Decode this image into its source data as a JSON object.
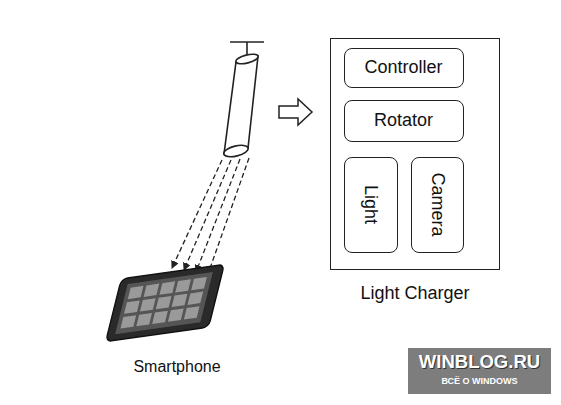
{
  "diagram": {
    "nodes": [
      {
        "text": [
          "Light Charger"
        ]
      },
      {
        "text": [
          "Controller"
        ],
        "in": 0
      },
      {
        "text": [
          "Rotator"
        ],
        "in": 0
      },
      {
        "text": [
          "Light"
        ],
        "in": 0
      },
      {
        "text": [
          "Camera"
        ],
        "in": 0
      }
    ],
    "labels": [
      "Smartphone",
      "WINBLOG.RU",
      "ВСЁ О WINDOWS"
    ]
  }
}
